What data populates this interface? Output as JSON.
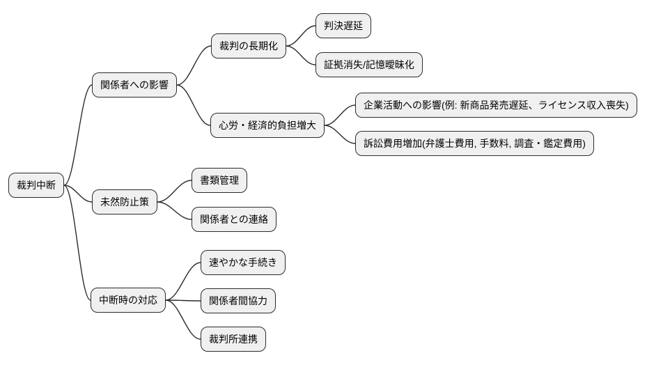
{
  "page": {
    "background_color": "#ffffff"
  },
  "diagram": {
    "type": "mindmap",
    "direction": "left-to-right",
    "style": {
      "node_fill": "#f0f0f0",
      "node_border_color": "#2b2b2b",
      "edge_color": "#2b2b2b",
      "text_color": "#000000"
    },
    "nodes": {
      "root": {
        "label": "裁判中断"
      },
      "impact": {
        "label": "関係者への影響"
      },
      "prolongation": {
        "label": "裁判の長期化"
      },
      "delay": {
        "label": "判決遅延"
      },
      "evidence": {
        "label": "証拠消失/記憶曖昧化"
      },
      "burden": {
        "label": "心労・経済的負担増大"
      },
      "business": {
        "label": "企業活動への影響(例: 新商品発売遅延、ライセンス収入喪失)"
      },
      "cost": {
        "label": "訴訟費用増加(弁護士費用, 手数料, 調査・鑑定費用)"
      },
      "prevention": {
        "label": "未然防止策"
      },
      "documents": {
        "label": "書類管理"
      },
      "contact": {
        "label": "関係者との連絡"
      },
      "response": {
        "label": "中断時の対応"
      },
      "procedure": {
        "label": "速やかな手続き"
      },
      "cooperation": {
        "label": "関係者間協力"
      },
      "court": {
        "label": "裁判所連携"
      }
    },
    "edges": [
      [
        "root",
        "impact"
      ],
      [
        "root",
        "prevention"
      ],
      [
        "root",
        "response"
      ],
      [
        "impact",
        "prolongation"
      ],
      [
        "impact",
        "burden"
      ],
      [
        "prolongation",
        "delay"
      ],
      [
        "prolongation",
        "evidence"
      ],
      [
        "burden",
        "business"
      ],
      [
        "burden",
        "cost"
      ],
      [
        "prevention",
        "documents"
      ],
      [
        "prevention",
        "contact"
      ],
      [
        "response",
        "procedure"
      ],
      [
        "response",
        "cooperation"
      ],
      [
        "response",
        "court"
      ]
    ]
  }
}
